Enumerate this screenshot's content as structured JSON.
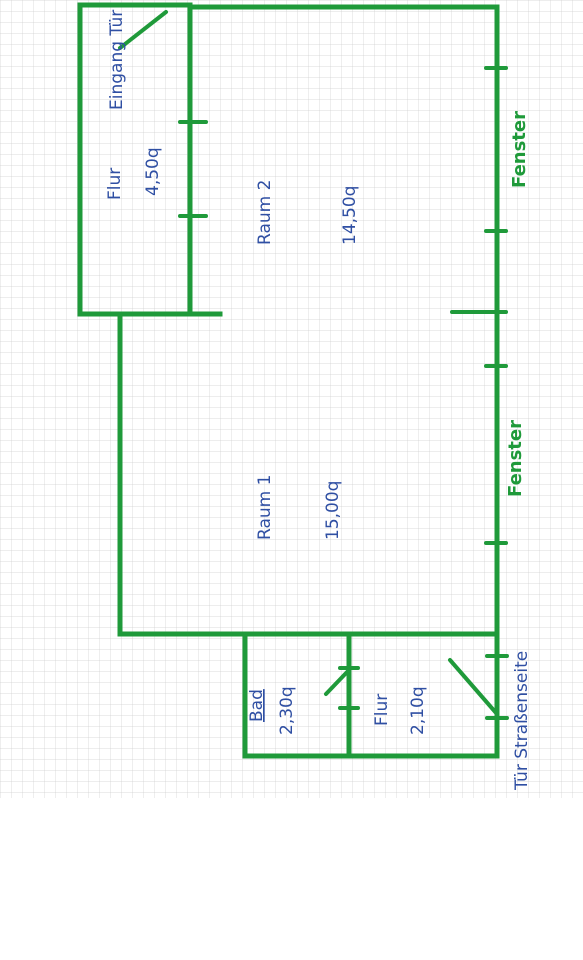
{
  "floor_plan": {
    "rooms": [
      {
        "name": "Flur",
        "area": "4,50q"
      },
      {
        "name": "Raum 2",
        "area": "14,50q"
      },
      {
        "name": "Raum 1",
        "area": "15,00q"
      },
      {
        "name": "Bad",
        "area": "2,30q"
      },
      {
        "name": "Flur",
        "area": "2,10q"
      }
    ],
    "labels": {
      "entrance_door": "Eingang Tür",
      "street_door": "Tür Straßenseite",
      "window_upper": "Fenster",
      "window_lower": "Fenster"
    },
    "colors": {
      "walls": "#1f9a3a",
      "handwriting": "#2f4fa3",
      "grid": "#cfcfcf"
    }
  }
}
